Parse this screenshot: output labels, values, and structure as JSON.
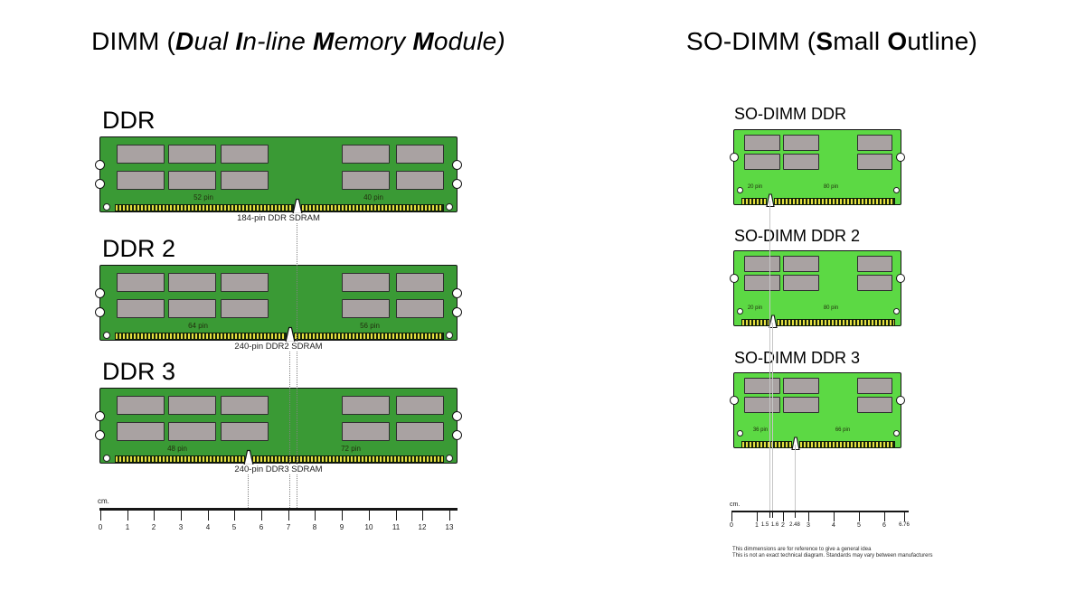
{
  "titles": {
    "left": {
      "prefix": "DIMM (",
      "seg1_b": "D",
      "seg1_r": "ual ",
      "seg2_b": "I",
      "seg2_r": "n-line ",
      "seg3_b": "M",
      "seg3_r": "emory ",
      "seg4_b": "M",
      "seg4_r": "odule",
      "suffix": ")"
    },
    "right": {
      "prefix": "SO-DIMM (",
      "seg1_b": "S",
      "seg1_r": "mall ",
      "seg2_b": "O",
      "seg2_r": "utline",
      "suffix": ")"
    }
  },
  "left_modules": [
    {
      "name": "DDR",
      "left_pin_label": "52 pin",
      "right_pin_label": "40 pin",
      "caption": "184-pin DDR SDRAM"
    },
    {
      "name": "DDR 2",
      "left_pin_label": "64 pin",
      "right_pin_label": "56 pin",
      "caption": "240-pin DDR2 SDRAM"
    },
    {
      "name": "DDR 3",
      "left_pin_label": "48 pin",
      "right_pin_label": "72 pin",
      "caption": "240-pin DDR3 SDRAM"
    }
  ],
  "right_modules": [
    {
      "name": "SO-DIMM DDR",
      "left_pin_label": "20 pin",
      "right_pin_label": "80 pin"
    },
    {
      "name": "SO-DIMM DDR 2",
      "left_pin_label": "20 pin",
      "right_pin_label": "80 pin"
    },
    {
      "name": "SO-DIMM DDR 3",
      "left_pin_label": "36 pin",
      "right_pin_label": "66 pin"
    }
  ],
  "rulers": {
    "left": {
      "unit": "cm.",
      "ticks": [
        "0",
        "1",
        "2",
        "3",
        "4",
        "5",
        "6",
        "7",
        "8",
        "9",
        "10",
        "11",
        "12",
        "13"
      ]
    },
    "right": {
      "unit": "cm.",
      "ticks": [
        "0",
        "1",
        "2",
        "3",
        "4",
        "5",
        "6"
      ],
      "end_tick": "6.76",
      "minor_ticks": [
        "1.5",
        "1.6",
        "2.48"
      ]
    }
  },
  "footnote": {
    "line1": "This dimmensions are for reference to give a general idea",
    "line2": "This is not an exact technical diagram. Standards may vary between manufacturers"
  },
  "colors": {
    "dimm_green": "#3a9a35",
    "sodimm_green": "#5cd944",
    "chip_gray": "#a9a2a2",
    "pin_yellow": "#e6e040",
    "outline": "#121212"
  }
}
